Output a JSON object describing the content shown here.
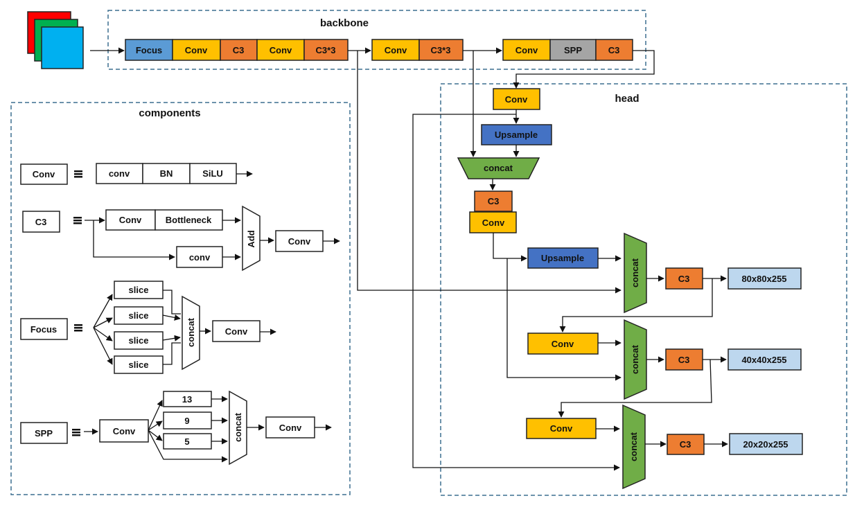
{
  "colors": {
    "focus": "#5b9bd5",
    "conv": "#ffc000",
    "c3": "#ed7d31",
    "spp": "#a5a5a5",
    "upsample": "#4472c4",
    "concat": "#70ad47",
    "output": "#bdd7ee",
    "white": "#ffffff",
    "frame": "#3b6e8f"
  },
  "sections": {
    "backbone": "backbone",
    "head": "head",
    "components": "components"
  },
  "backbone": {
    "focus": "Focus",
    "conv1": "Conv",
    "c3_1": "C3",
    "conv2": "Conv",
    "c3x3_1": "C3*3",
    "conv3": "Conv",
    "c3x3_2": "C3*3",
    "conv4": "Conv",
    "spp": "SPP",
    "c3_2": "C3"
  },
  "head": {
    "conv_top": "Conv",
    "upsample1": "Upsample",
    "concat1": "concat",
    "c3_a": "C3",
    "conv_a": "Conv",
    "upsample2": "Upsample",
    "concat2": "concat",
    "c3_p3": "C3",
    "out_p3": "80x80x255",
    "conv_b": "Conv",
    "concat3": "concat",
    "c3_p4": "C3",
    "out_p4": "40x40x255",
    "conv_c": "Conv",
    "concat4": "concat",
    "c3_p5": "C3",
    "out_p5": "20x20x255"
  },
  "components": {
    "conv": {
      "name": "Conv",
      "parts": [
        "conv",
        "BN",
        "SiLU"
      ]
    },
    "c3": {
      "name": "C3",
      "conv": "Conv",
      "bottleneck": "Bottleneck",
      "conv_lower": "conv",
      "add": "Add",
      "conv_out": "Conv"
    },
    "focus": {
      "name": "Focus",
      "slices": [
        "slice",
        "slice",
        "slice",
        "slice"
      ],
      "concat": "concat",
      "conv_out": "Conv"
    },
    "spp": {
      "name": "SPP",
      "conv_in": "Conv",
      "pools": [
        "13",
        "9",
        "5"
      ],
      "concat": "concat",
      "conv_out": "Conv"
    }
  }
}
